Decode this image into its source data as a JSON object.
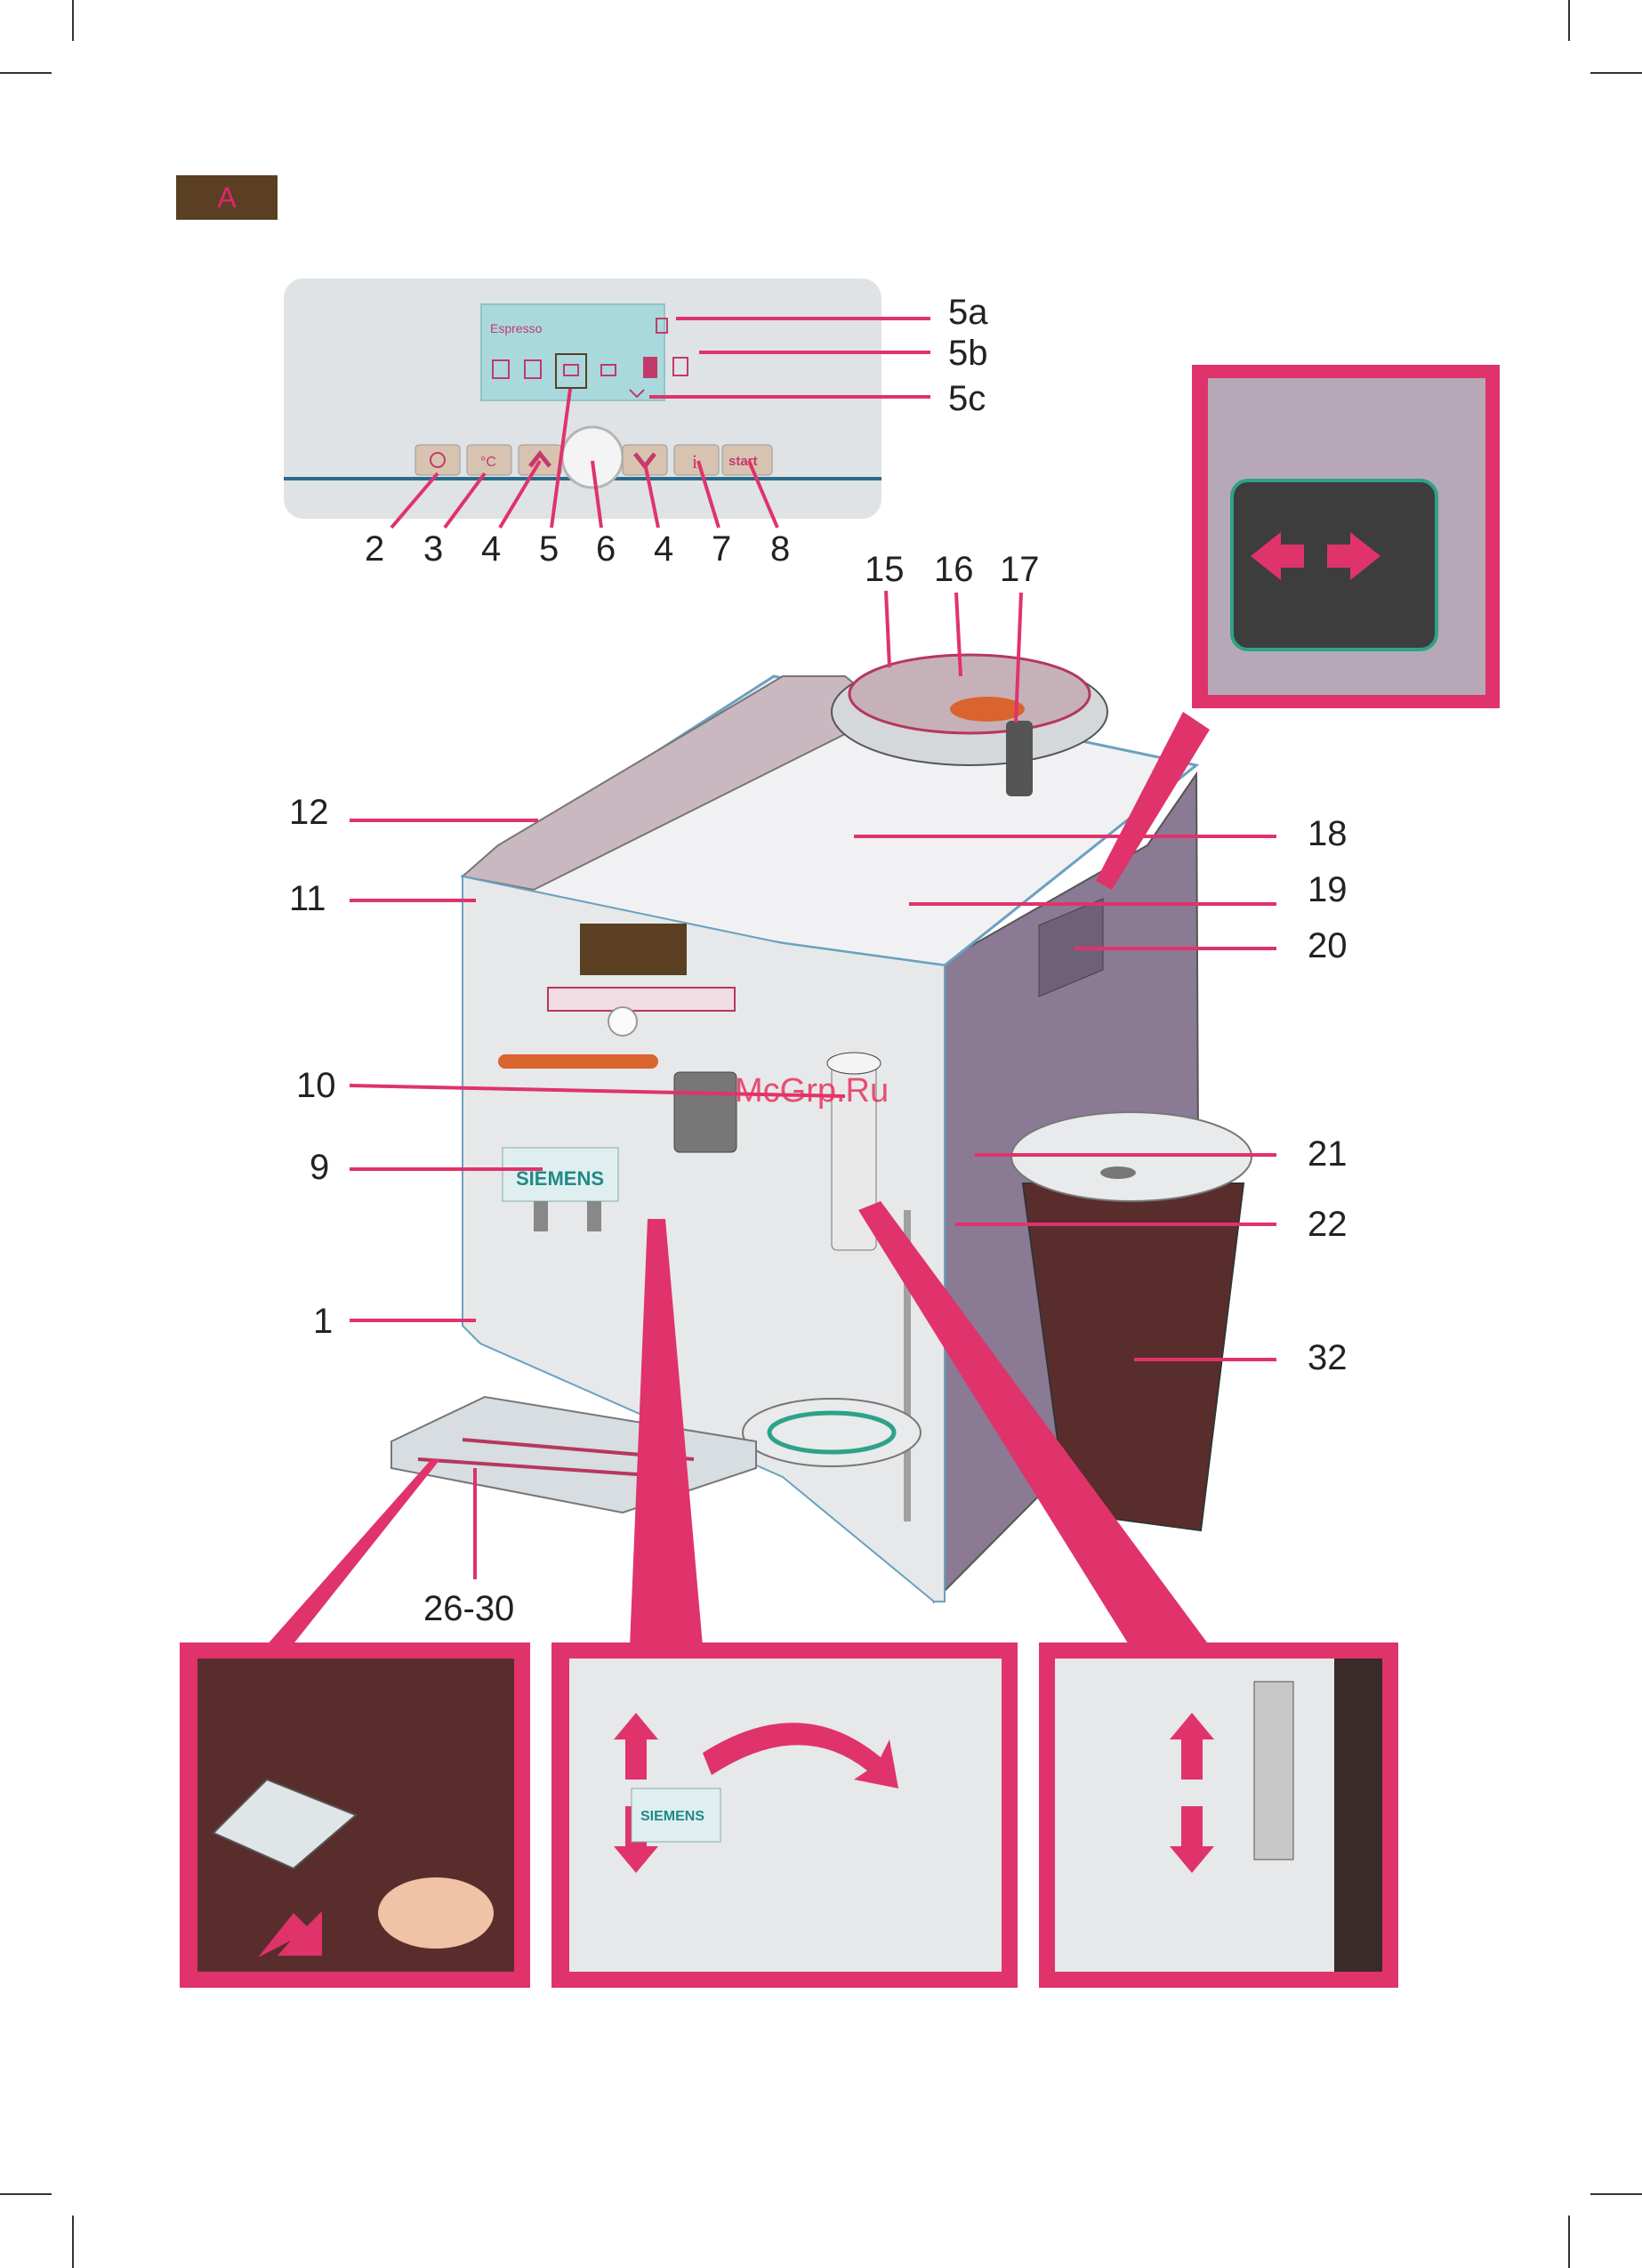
{
  "badge": "A",
  "display": {
    "program": "Espresso",
    "start": "start",
    "temp": "°C"
  },
  "brand": "SIEMENS",
  "watermark": "McGrp.Ru",
  "labels": {
    "l5a": "5a",
    "l5b": "5b",
    "l5c": "5c",
    "l2": "2",
    "l3": "3",
    "l4a": "4",
    "l5": "5",
    "l6": "6",
    "l4b": "4",
    "l7": "7",
    "l8": "8",
    "l15": "15",
    "l16": "16",
    "l17": "17",
    "l12": "12",
    "l11": "11",
    "l10": "10",
    "l9": "9",
    "l1": "1",
    "l2630": "26-30",
    "l18": "18",
    "l19": "19",
    "l20": "20",
    "l21": "21",
    "l22": "22",
    "l32": "32"
  },
  "colors": {
    "accent": "#e0336b",
    "badge": "#5a3f23",
    "tank": "#5a2d2d",
    "body": "#e6e8ea"
  }
}
